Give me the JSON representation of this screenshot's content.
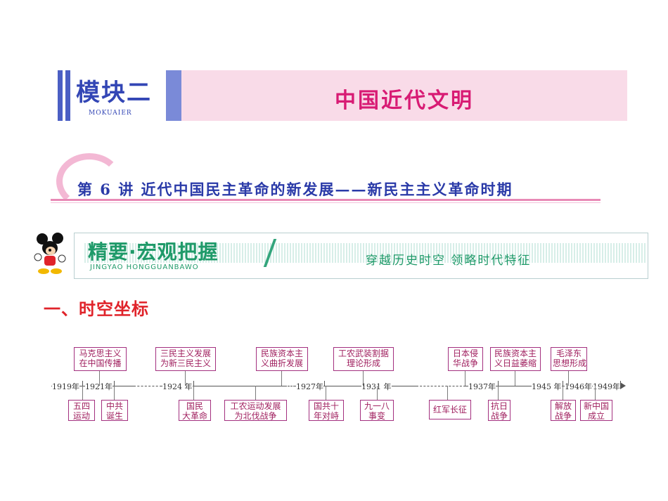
{
  "module": {
    "title": "模块二",
    "subtitle": "MOKUAIER",
    "banner": "中国近代文明"
  },
  "lecture": {
    "text": "第 6 讲   近代中国民主革命的新发展——新民主主义革命时期"
  },
  "section": {
    "title": "精要·宏观把握",
    "subtitle": "JINGYAO HONGGUANBAWO",
    "slogan": "穿越历史时空 领略时代特征"
  },
  "heading": "一、时空坐标",
  "timeline": {
    "years": [
      "1919年",
      "1921年",
      "1924 年",
      "1927年",
      "1931 年",
      "1937年",
      "1945 年",
      "1946年",
      "1949年"
    ],
    "top_boxes": [
      "马克思主义\n在中国传播",
      "三民主义发展\n为新三民主义",
      "民族资本主\n义曲折发展",
      "工农武装割据\n理论形成",
      "日本侵\n华战争",
      "民族资本主\n义日益萎缩",
      "毛泽东\n思想形成"
    ],
    "bottom_boxes": [
      "五四\n运动",
      "中共\n诞生",
      "国民\n大革命",
      "工农运动发展\n为北伐战争",
      "国共十\n年对峙",
      "九一八\n事变",
      "红军长征",
      "抗日\n战争",
      "解放\n战争",
      "新中国\n成立"
    ]
  }
}
